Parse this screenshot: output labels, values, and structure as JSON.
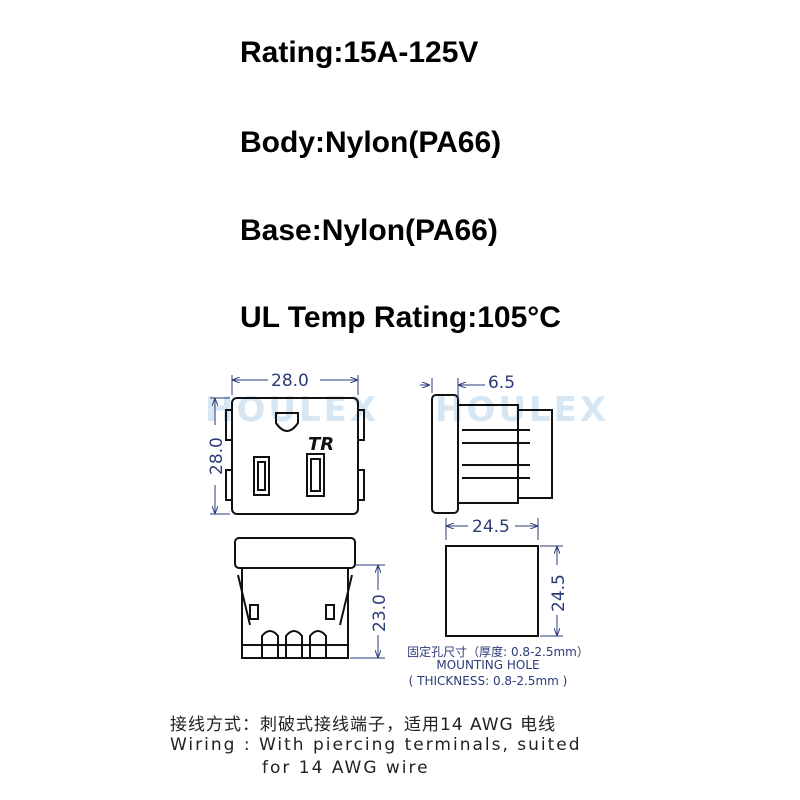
{
  "specs": [
    "Rating:15A-125V",
    "Body:Nylon(PA66)",
    "Base:Nylon(PA66)",
    "UL Temp Rating:105°C"
  ],
  "watermark": [
    "HOULEX",
    "HOULEX"
  ],
  "dimensions": {
    "front_width": "28.0",
    "front_height": "28.0",
    "side_depth": "6.5",
    "bottom_height": "23.0",
    "hole_width": "24.5",
    "hole_height": "24.5"
  },
  "logo_text": "TR",
  "mounting_hole": {
    "cn": "固定孔尺寸（厚度: 0.8-2.5mm）",
    "en": "MOUNTING  HOLE",
    "thickness": "( THICKNESS: 0.8-2.5mm )"
  },
  "wiring": {
    "cn": "接线方式：刺破式接线端子，适用14 AWG 电线",
    "en_line1": "Wiring : With piercing terminals, suited",
    "en_line2": "for 14 AWG wire"
  },
  "colors": {
    "dimension": "#2b3b78",
    "watermark": "#d6e6f3"
  }
}
